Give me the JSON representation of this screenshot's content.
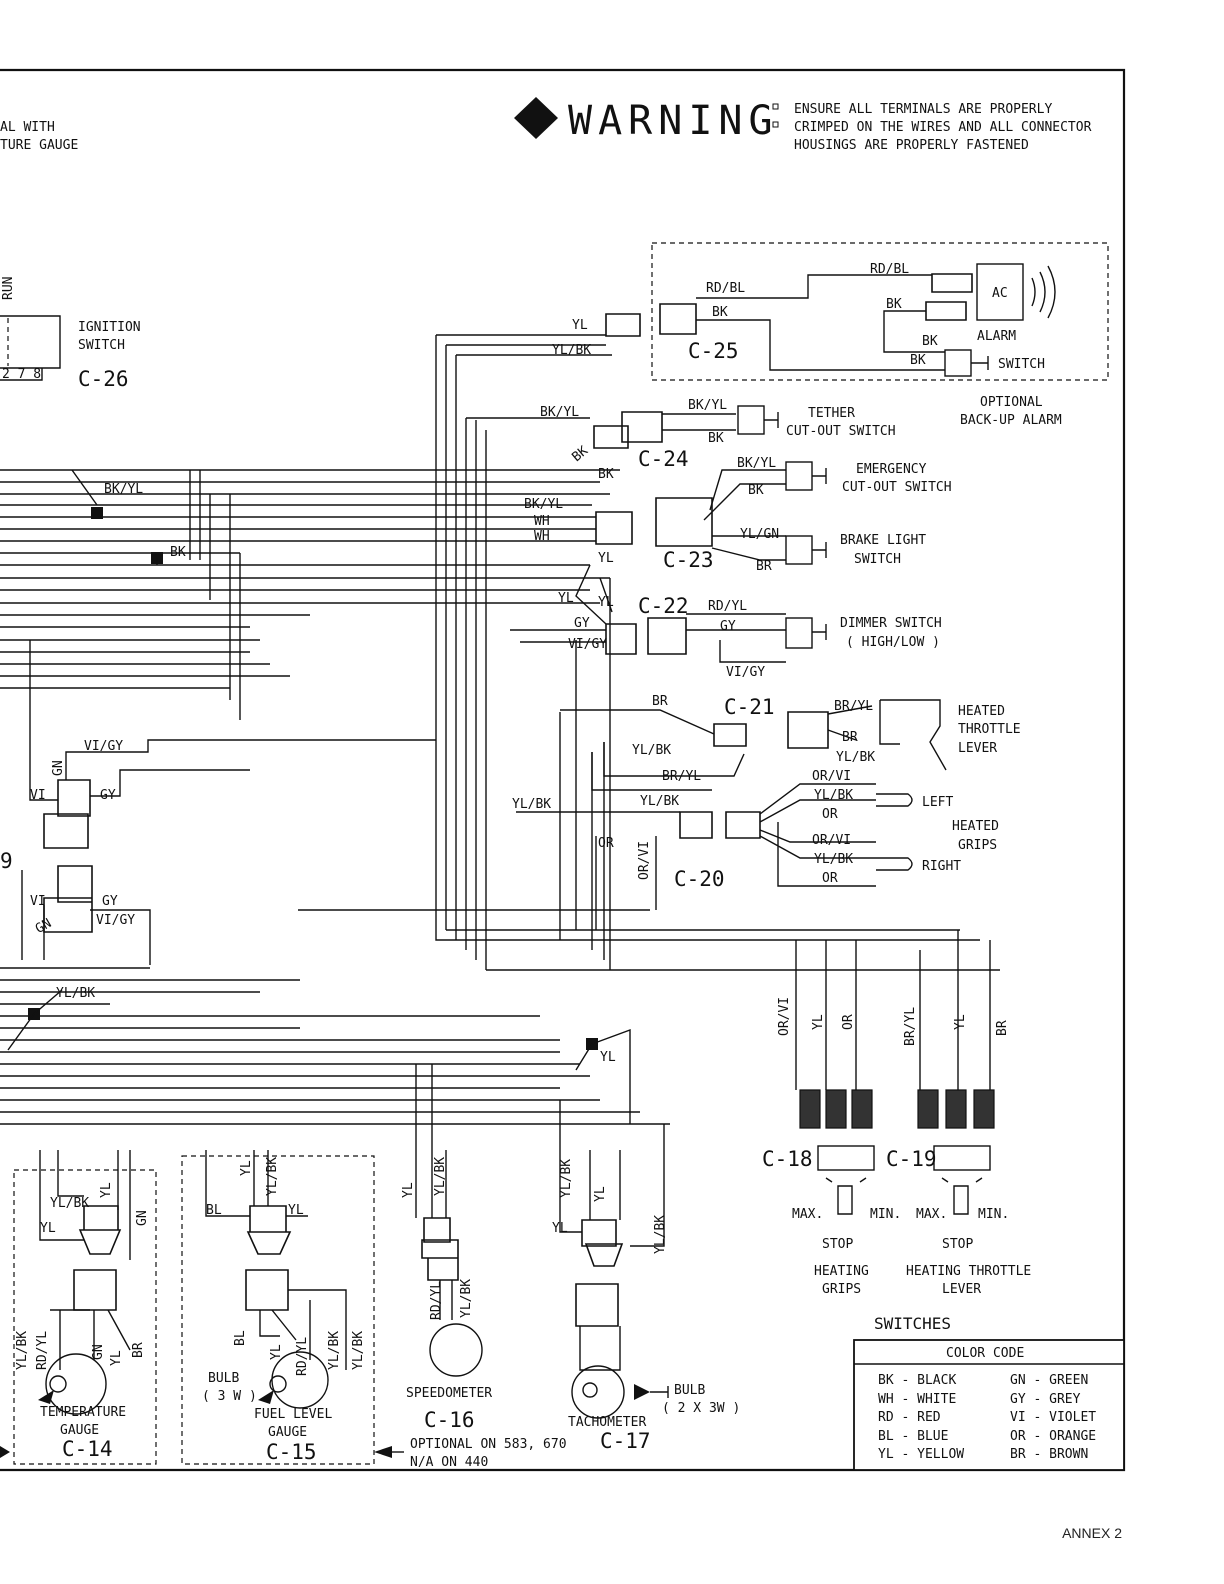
{
  "header": {
    "left_note": [
      "AL WITH",
      "TURE GAUGE"
    ],
    "warning_word": "WARNING",
    "warning_lines": [
      "ENSURE ALL TERMINALS ARE PROPERLY",
      "CRIMPED ON THE WIRES AND ALL CONNECTOR",
      "HOUSINGS ARE PROPERLY FASTENED"
    ]
  },
  "components": {
    "ignition": {
      "run": "RUN",
      "terminals": "2 7 8",
      "name_lines": [
        "IGNITION",
        "SWITCH"
      ],
      "id": "C-26"
    },
    "backup_alarm": {
      "id": "C-25",
      "ac": "AC",
      "alarm": "ALARM",
      "switch": "SWITCH",
      "title_lines": [
        "OPTIONAL",
        "BACK-UP ALARM"
      ]
    },
    "tether": {
      "id": "C-24",
      "name_lines": [
        "TETHER",
        "CUT-OUT SWITCH"
      ]
    },
    "emergency": {
      "name_lines": [
        "EMERGENCY",
        "CUT-OUT SWITCH"
      ]
    },
    "brake": {
      "id": "C-23",
      "name_lines": [
        "BRAKE LIGHT",
        "SWITCH"
      ]
    },
    "dimmer": {
      "id": "C-22",
      "name_lines": [
        "DIMMER SWITCH",
        "( HIGH/LOW )"
      ]
    },
    "throttle": {
      "id": "C-21",
      "name_lines": [
        "HEATED",
        "THROTTLE",
        "LEVER"
      ]
    },
    "grips": {
      "id": "C-20",
      "left": "LEFT",
      "right": "RIGHT",
      "name_lines": [
        "HEATED",
        "GRIPS"
      ]
    },
    "c19_left": "9",
    "temp_gauge": {
      "id": "C-14",
      "name_lines": [
        "TEMPERATURE",
        "GAUGE"
      ]
    },
    "fuel_gauge": {
      "id": "C-15",
      "name_lines": [
        "FUEL LEVEL",
        "GAUGE"
      ],
      "bulb_lines": [
        "BULB",
        "( 3 W )"
      ]
    },
    "speedometer": {
      "id": "C-16",
      "name": "SPEEDOMETER"
    },
    "tachometer": {
      "id": "C-17",
      "name": "TACHOMETER",
      "bulb_lines": [
        "BULB",
        "( 2 X 3W )"
      ]
    },
    "optional_note": [
      "OPTIONAL ON 583, 670",
      "N/A ON 440"
    ],
    "switch_c18": {
      "id": "C-18",
      "max": "MAX.",
      "min": "MIN.",
      "stop": "STOP",
      "name_lines": [
        "HEATING",
        "GRIPS"
      ]
    },
    "switch_c19": {
      "id": "C-19",
      "max": "MAX.",
      "min": "MIN.",
      "stop": "STOP",
      "name_lines": [
        "HEATING THROTTLE",
        "LEVER"
      ]
    },
    "switches_title": "SWITCHES"
  },
  "wire_labels": {
    "yl": "YL",
    "yl_bk": "YL/BK",
    "rd_bl": "RD/BL",
    "bk": "BK",
    "bk_yl": "BK/YL",
    "wh": "WH",
    "yl_gn": "YL/GN",
    "br": "BR",
    "gy": "GY",
    "vi_gy": "VI/GY",
    "rd_yl": "RD/YL",
    "br_yl": "BR/YL",
    "or_vi": "OR/VI",
    "or": "OR",
    "gn": "GN",
    "vi": "VI",
    "bl": "BL"
  },
  "color_code": {
    "title": "COLOR CODE",
    "left": [
      "BK - BLACK",
      "WH - WHITE",
      "RD - RED",
      "BL - BLUE",
      "YL - YELLOW"
    ],
    "right": [
      "GN - GREEN",
      "GY - GREY",
      "VI - VIOLET",
      "OR - ORANGE",
      "BR - BROWN"
    ]
  },
  "footer": {
    "annex": "ANNEX 2"
  }
}
